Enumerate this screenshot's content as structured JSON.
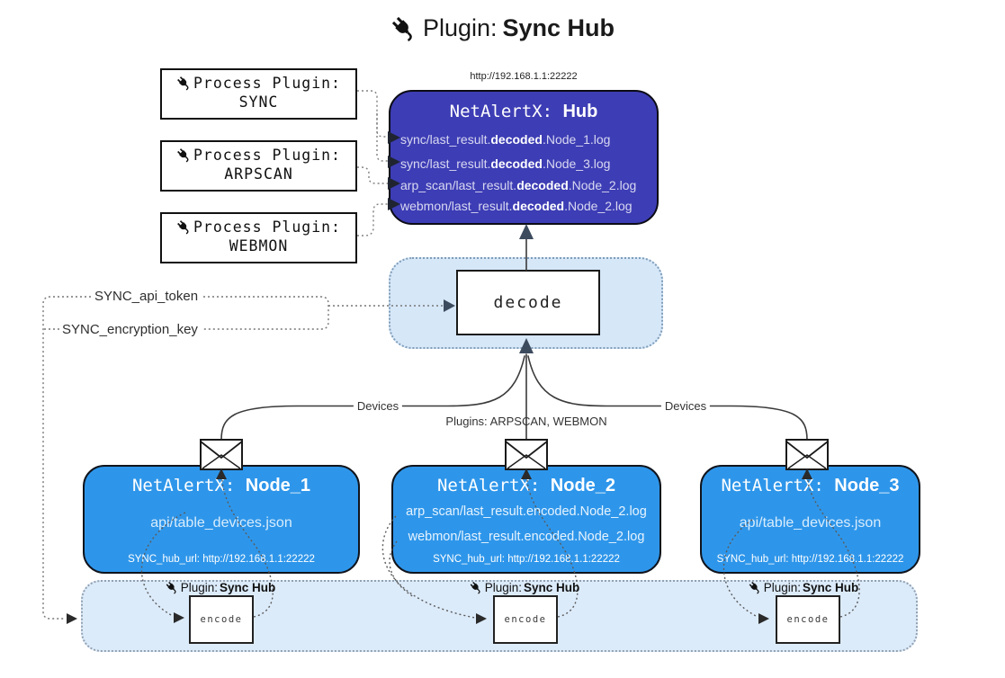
{
  "title": {
    "icon": "plug-icon",
    "prefix": "Plugin:",
    "name": "Sync Hub"
  },
  "hub_url_caption": "http://192.168.1.1:22222",
  "process_plugins": [
    {
      "label": "Process Plugin:",
      "name": "SYNC"
    },
    {
      "label": "Process Plugin:",
      "name": "ARPSCAN"
    },
    {
      "label": "Process Plugin:",
      "name": "WEBMON"
    }
  ],
  "hub": {
    "title_prefix": "NetAlertX:",
    "title_name": "Hub",
    "files": [
      {
        "pre": "sync/last_result.",
        "bold": "decoded",
        "post": ".Node_1.log"
      },
      {
        "pre": "sync/last_result.",
        "bold": "decoded",
        "post": ".Node_3.log"
      },
      {
        "pre": "arp_scan/last_result.",
        "bold": "decoded",
        "post": ".Node_2.log"
      },
      {
        "pre": "webmon/last_result.",
        "bold": "decoded",
        "post": ".Node_2.log"
      }
    ]
  },
  "decode": {
    "label": "decode"
  },
  "keys": {
    "api_token": "SYNC_api_token",
    "encryption_key": "SYNC_encryption_key"
  },
  "edges": {
    "devices_left": "Devices",
    "center": "Plugins: ARPSCAN, WEBMON",
    "devices_right": "Devices"
  },
  "nodes": [
    {
      "title_prefix": "NetAlertX:",
      "title_name": "Node_1",
      "files": [
        "api/table_devices.json"
      ],
      "hub_url": "SYNC_hub_url: http://192.168.1.1:22222",
      "plugin_prefix": "Plugin:",
      "plugin_name": "Sync Hub",
      "encode_label": "encode"
    },
    {
      "title_prefix": "NetAlertX:",
      "title_name": "Node_2",
      "files": [
        "arp_scan/last_result.encoded.Node_2.log",
        "webmon/last_result.encoded.Node_2.log"
      ],
      "hub_url": "SYNC_hub_url: http://192.168.1.1:22222",
      "plugin_prefix": "Plugin:",
      "plugin_name": "Sync Hub",
      "encode_label": "encode"
    },
    {
      "title_prefix": "NetAlertX:",
      "title_name": "Node_3",
      "files": [
        "api/table_devices.json"
      ],
      "hub_url": "SYNC_hub_url: http://192.168.1.1:22222",
      "plugin_prefix": "Plugin:",
      "plugin_name": "Sync Hub",
      "encode_label": "encode"
    }
  ],
  "colors": {
    "hub_bg": "#3D3DB5",
    "node_bg": "#2E96EA",
    "panel_bg": "#DCEBFA",
    "decode_panel_bg": "#D6E7F8",
    "line": "#3A3A3A",
    "arrow_accent": "#3D4B5E"
  }
}
